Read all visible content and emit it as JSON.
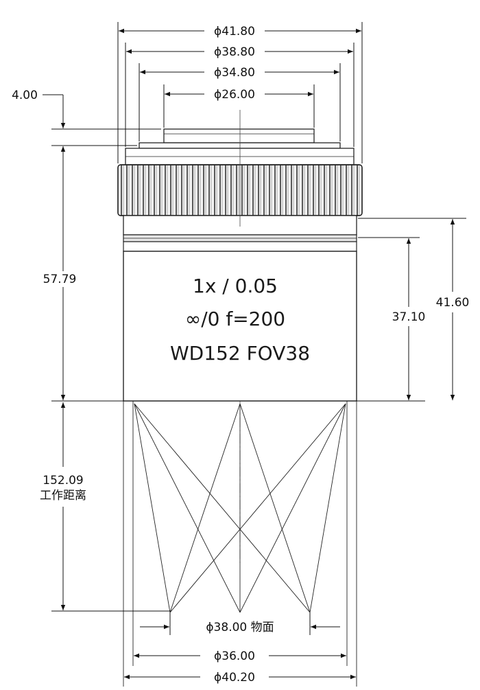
{
  "drawing": {
    "lens_markings": {
      "line1": "1x / 0.05",
      "line2": "∞/0 f=200",
      "line3": "WD152 FOV38"
    },
    "diameters": {
      "d41_80": "ϕ41.80",
      "d38_80": "ϕ38.80",
      "d34_80": "ϕ34.80",
      "d26_00": "ϕ26.00",
      "d38_00_object": "ϕ38.00 物面",
      "d36_00": "ϕ36.00",
      "d40_20": "ϕ40.20"
    },
    "lengths": {
      "l4_00": "4.00",
      "l57_79": "57.79",
      "l41_60": "41.60",
      "l37_10": "37.10",
      "l152_09": "152.09",
      "working_distance_label": "工作距离"
    }
  }
}
